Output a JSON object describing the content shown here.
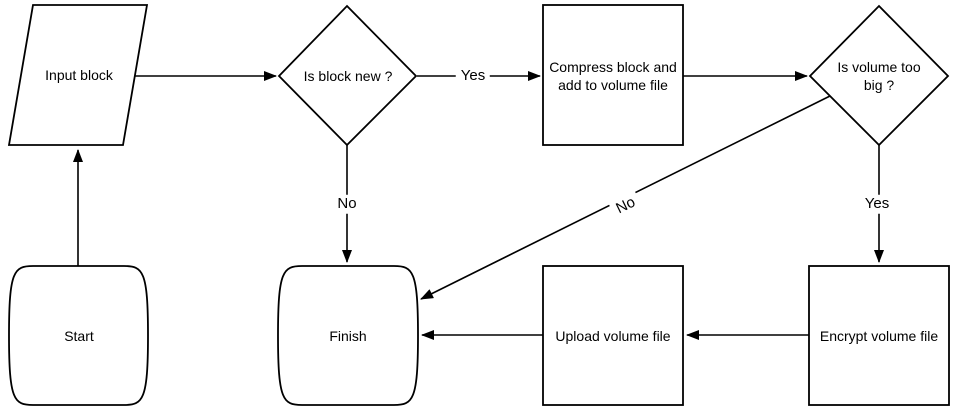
{
  "diagram": {
    "type": "flowchart",
    "colors": {
      "background": "#ffffff",
      "stroke": "#000000",
      "text": "#000000"
    }
  },
  "nodes": {
    "start": {
      "label": "Start",
      "shape": "terminator"
    },
    "input_block": {
      "label": "Input block",
      "shape": "parallelogram"
    },
    "is_block_new": {
      "label": "Is block new ?",
      "shape": "decision"
    },
    "compress_block": {
      "label": "Compress block and add to volume file",
      "shape": "process"
    },
    "is_volume_too_big": {
      "label": "Is volume too big ?",
      "shape": "decision"
    },
    "encrypt_volume_file": {
      "label": "Encrypt volume file",
      "shape": "process"
    },
    "upload_volume_file": {
      "label": "Upload volume file",
      "shape": "process"
    },
    "finish": {
      "label": "Finish",
      "shape": "terminator"
    }
  },
  "edges": [
    {
      "from": "start",
      "to": "input_block",
      "label": ""
    },
    {
      "from": "input_block",
      "to": "is_block_new",
      "label": ""
    },
    {
      "from": "is_block_new",
      "to": "compress_block",
      "label": "Yes"
    },
    {
      "from": "is_block_new",
      "to": "finish",
      "label": "No"
    },
    {
      "from": "compress_block",
      "to": "is_volume_too_big",
      "label": ""
    },
    {
      "from": "is_volume_too_big",
      "to": "encrypt_volume_file",
      "label": "Yes"
    },
    {
      "from": "is_volume_too_big",
      "to": "finish",
      "label": "No"
    },
    {
      "from": "encrypt_volume_file",
      "to": "upload_volume_file",
      "label": ""
    },
    {
      "from": "upload_volume_file",
      "to": "finish",
      "label": ""
    }
  ]
}
